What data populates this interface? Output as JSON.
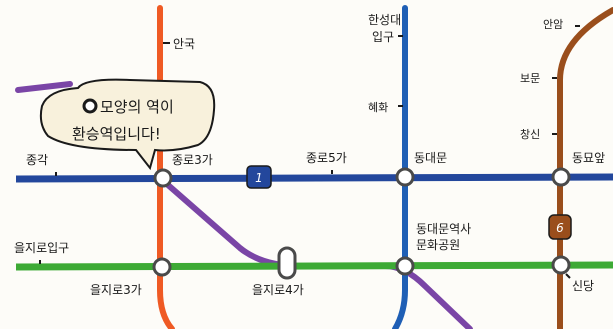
{
  "lines": {
    "line1": {
      "number": "1",
      "color": "#23479c"
    },
    "line4": {
      "color": "#1f5fb5"
    },
    "line2": {
      "color": "#3daa35"
    },
    "line3": {
      "color": "#ef5a24"
    },
    "line5": {
      "color": "#7a45a6"
    },
    "line6": {
      "number": "6",
      "color": "#9a4e1c"
    }
  },
  "stations": {
    "anguk": "안국",
    "hansungdae_1": "한성대",
    "hansungdae_2": "입구",
    "hyehwa": "혜화",
    "anam": "안암",
    "bomun": "보문",
    "changsin": "창신",
    "jonggak": "종각",
    "jongno3ga": "종로3가",
    "jongno5ga": "종로5가",
    "dongdaemun": "동대문",
    "dongmyo": "동묘앞",
    "euljiro_ipgu": "을지로입구",
    "euljiro3ga": "을지로3가",
    "euljiro4ga": "을지로4가",
    "ddp_1": "동대문역사",
    "ddp_2": "문화공원",
    "sindang": "신당"
  },
  "bubble": {
    "line1": "모양의 역이",
    "line2": "환승역입니다!"
  }
}
